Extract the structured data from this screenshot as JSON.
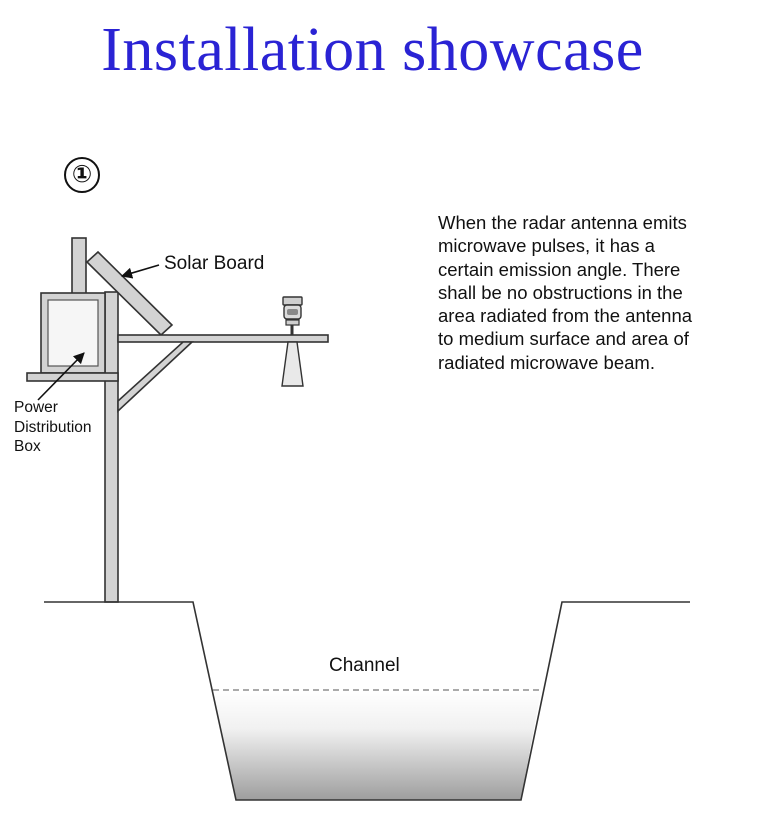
{
  "title": "Installation showcase",
  "step_number": "①",
  "description": "When the radar antenna emits\nmicrowave pulses, it has a\ncertain emission angle. There\nshall be no obstructions in the\narea radiated from the antenna\nto medium surface and area of\nradiated microwave beam.",
  "labels": {
    "solar_board": "Solar Board",
    "power_distribution_box": "Power\nDistribution\nBox",
    "channel": "Channel"
  },
  "colors": {
    "title": "#2a23d4",
    "structure_fill": "#d3d3d3",
    "outline": "#333333",
    "water_top": "#ffffff",
    "water_bottom": "#9e9e9e"
  }
}
